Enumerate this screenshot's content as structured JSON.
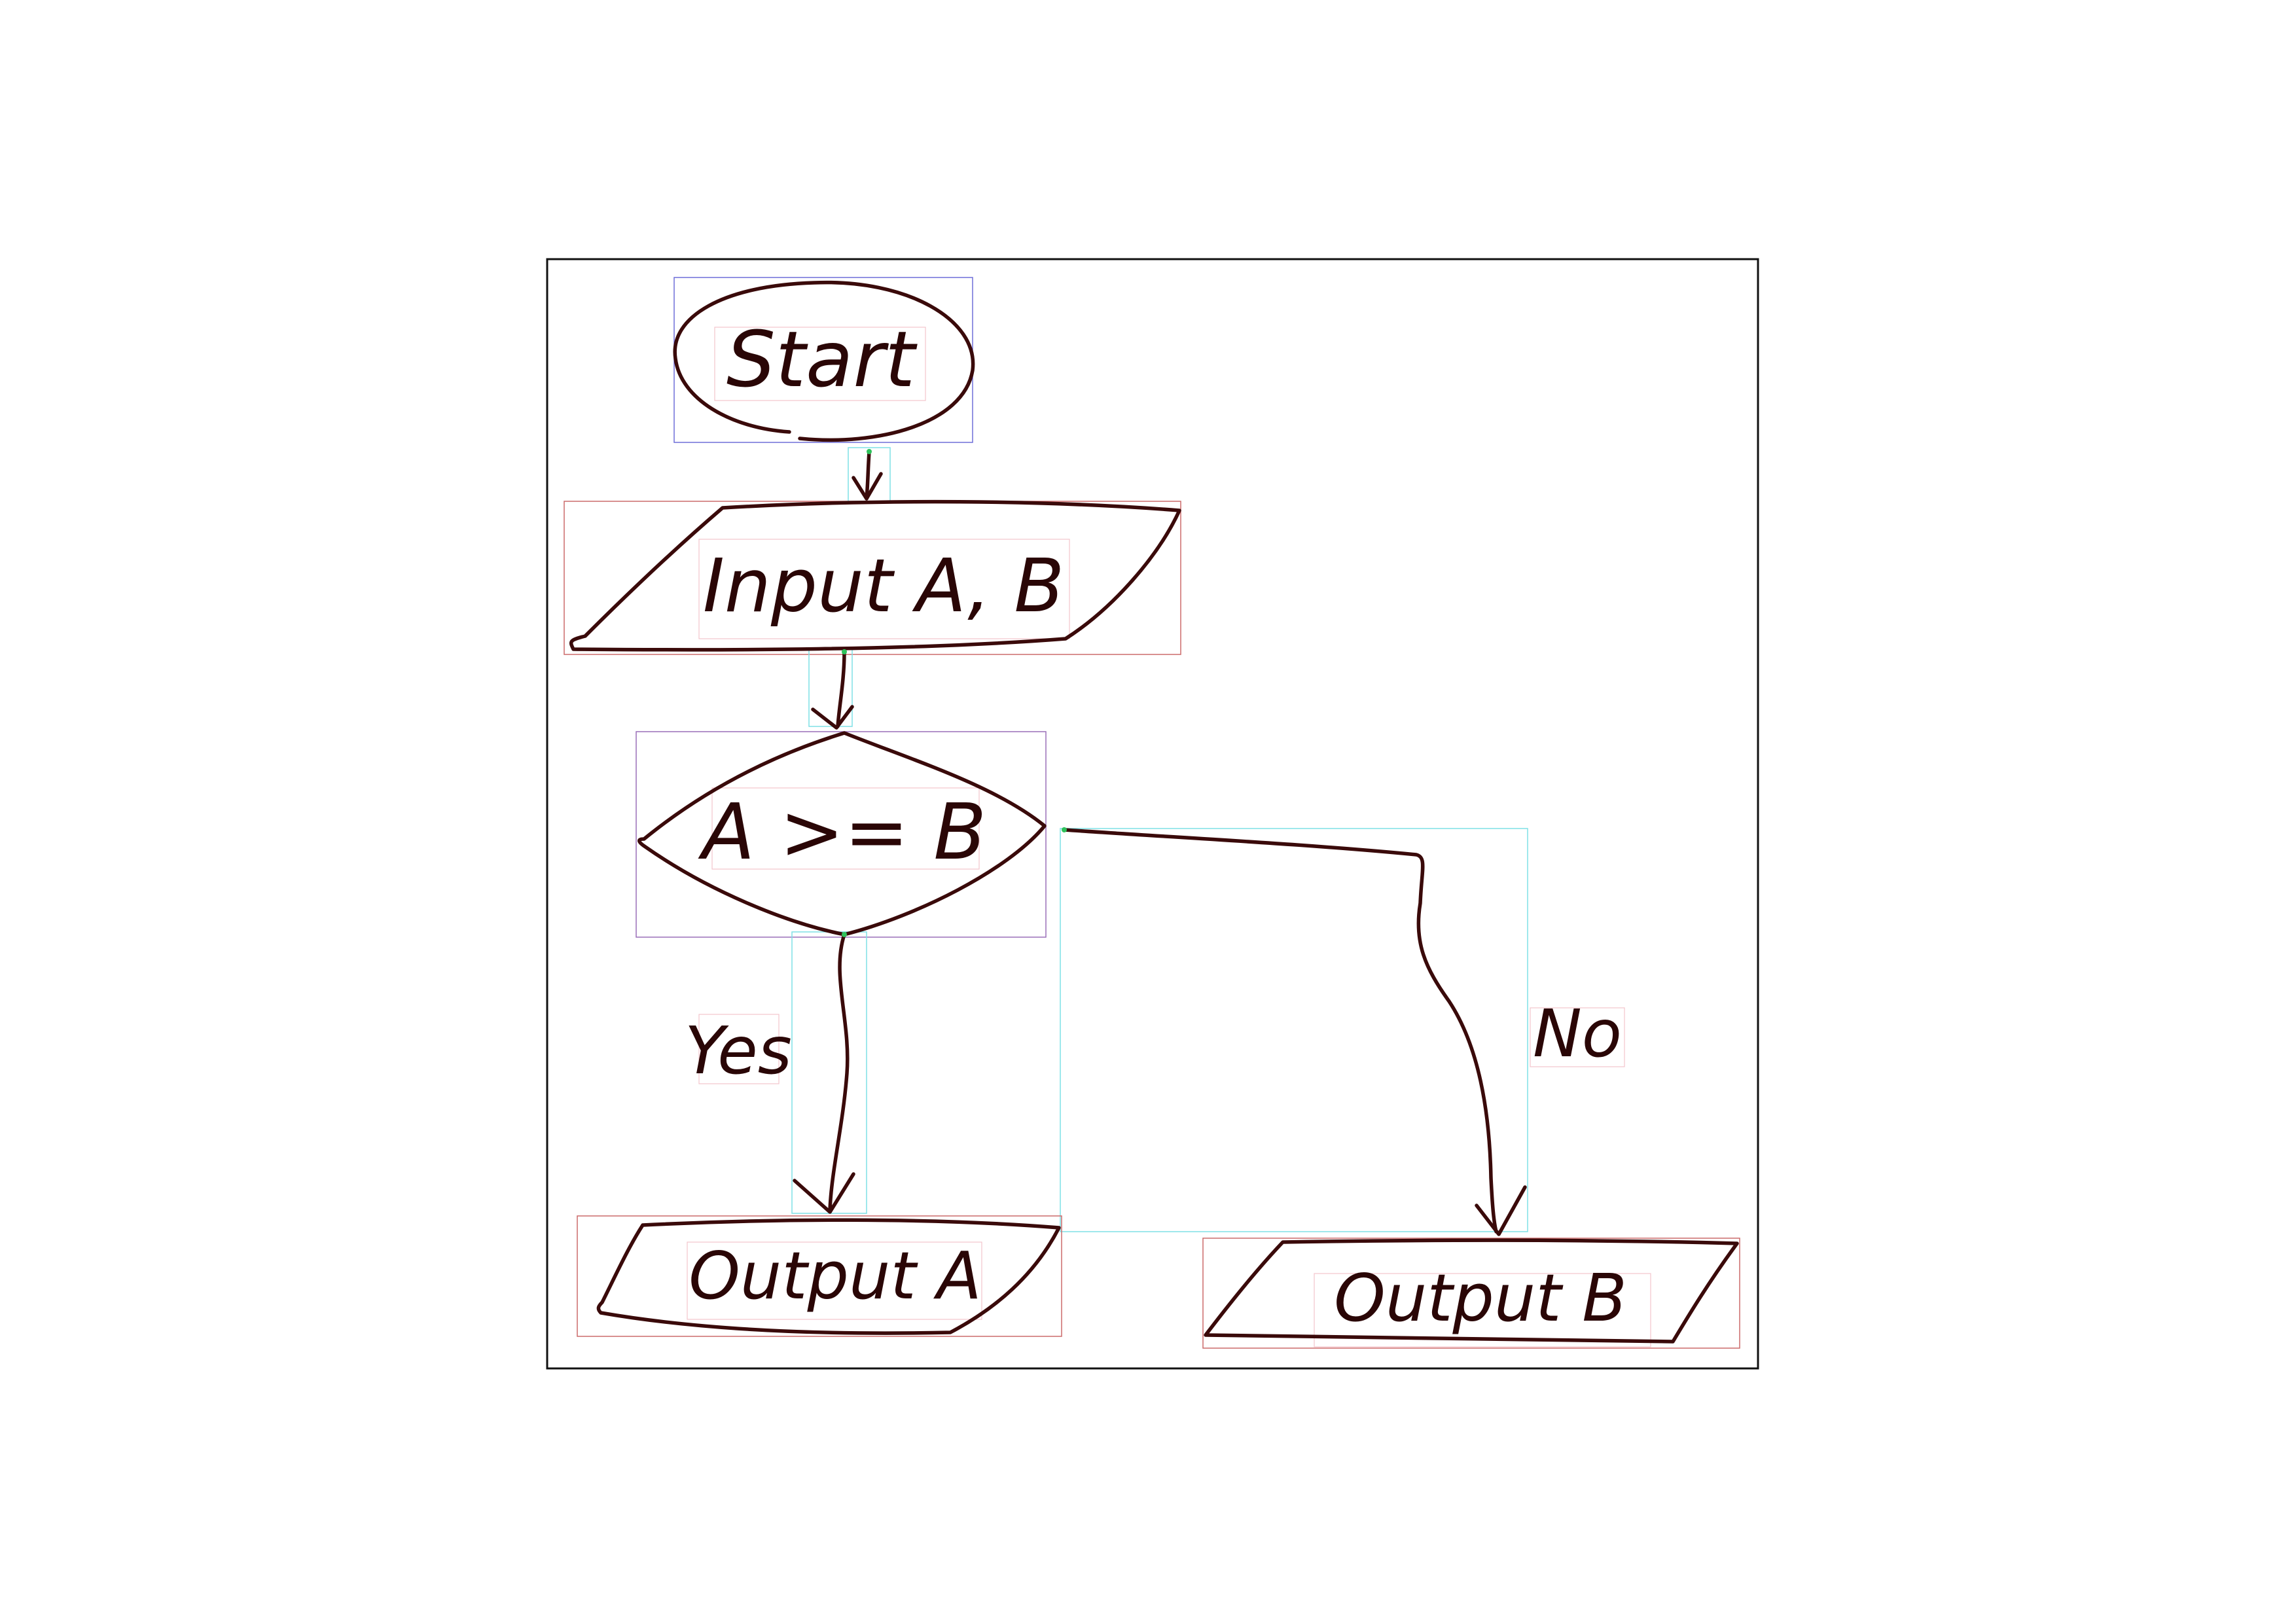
{
  "diagram": {
    "nodes": {
      "start": {
        "label": "Start",
        "shape": "terminator"
      },
      "input": {
        "label": "Input A, B",
        "shape": "data"
      },
      "decision": {
        "label": "A >= B",
        "shape": "decision"
      },
      "output_a": {
        "label": "Output A",
        "shape": "data"
      },
      "output_b": {
        "label": "Output B",
        "shape": "data"
      }
    },
    "edges": [
      {
        "from": "start",
        "to": "input",
        "label": ""
      },
      {
        "from": "input",
        "to": "decision",
        "label": ""
      },
      {
        "from": "decision",
        "to": "output_a",
        "label": "Yes"
      },
      {
        "from": "decision",
        "to": "output_b",
        "label": "No"
      }
    ]
  },
  "style": {
    "ink_color": "#3a0a0a",
    "frame_color": "#111111",
    "node_box_color": "#cc6a6a",
    "terminator_box_color": "#6f6fd9",
    "decision_box_color": "#9a6fb8",
    "edge_box_color": "#7fe0e6",
    "endpoint_color": "#2fc25b"
  }
}
